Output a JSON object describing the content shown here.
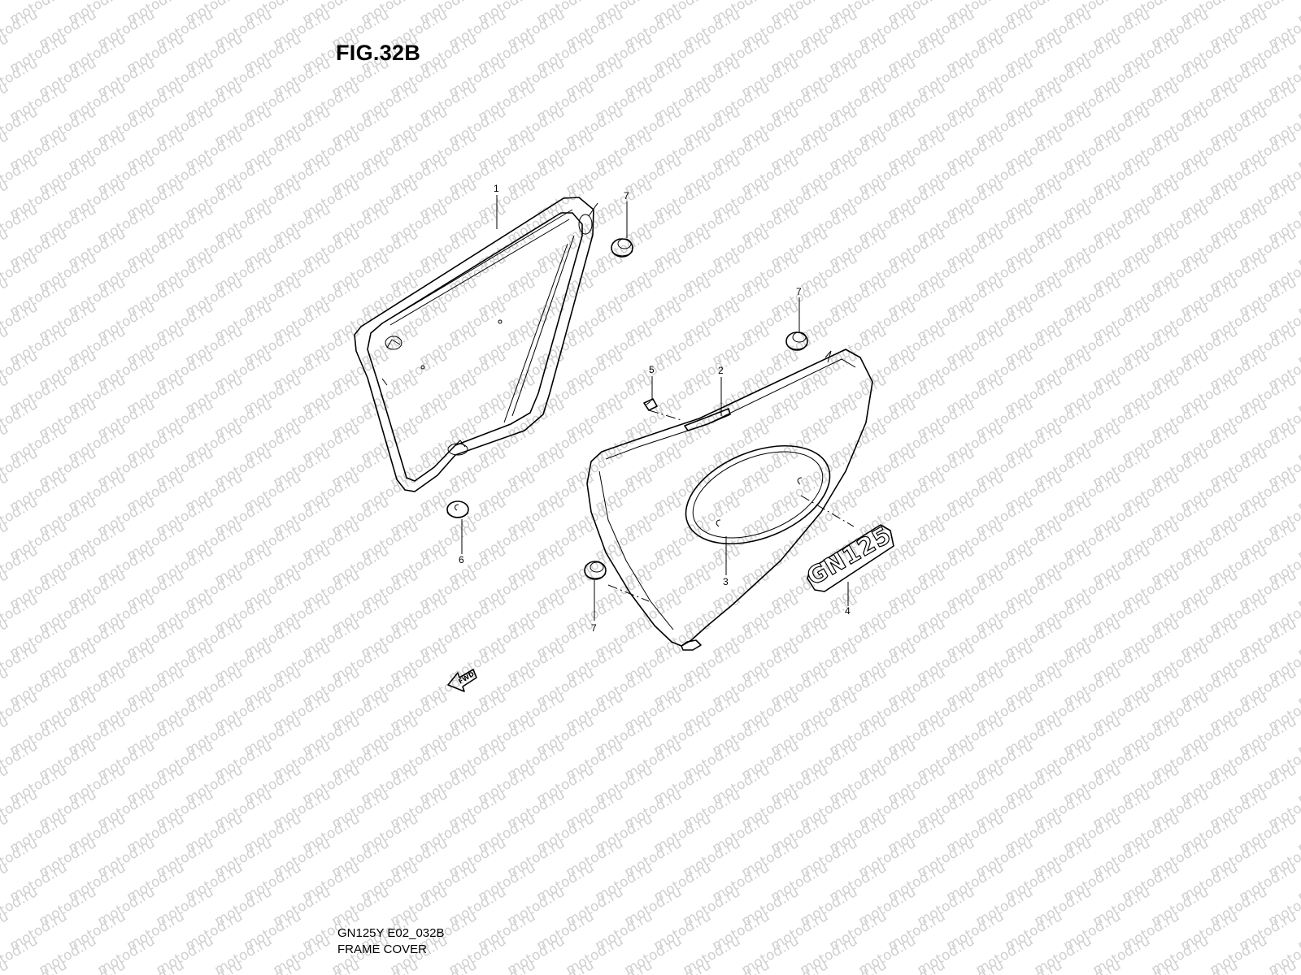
{
  "figure": {
    "title": "FIG.32B"
  },
  "footer": {
    "code": "GN125Y E02_032B",
    "title": "FRAME COVER"
  },
  "watermark": {
    "text": "motod.ru",
    "color": "#cfcfcf"
  },
  "callouts": [
    {
      "number": "1",
      "part": "left-frame-cover"
    },
    {
      "number": "2",
      "part": "cushion-strip"
    },
    {
      "number": "3",
      "part": "emblem-plate"
    },
    {
      "number": "4",
      "part": "gn125-emblem"
    },
    {
      "number": "5",
      "part": "clip"
    },
    {
      "number": "6",
      "part": "grommet"
    },
    {
      "number": "7",
      "part": "cushion-upper-left"
    },
    {
      "number": "7",
      "part": "cushion-upper-right"
    },
    {
      "number": "7",
      "part": "cushion-lower"
    }
  ],
  "emblem": {
    "text": "GN125"
  },
  "fwd_arrow": {
    "label": "FWD"
  }
}
